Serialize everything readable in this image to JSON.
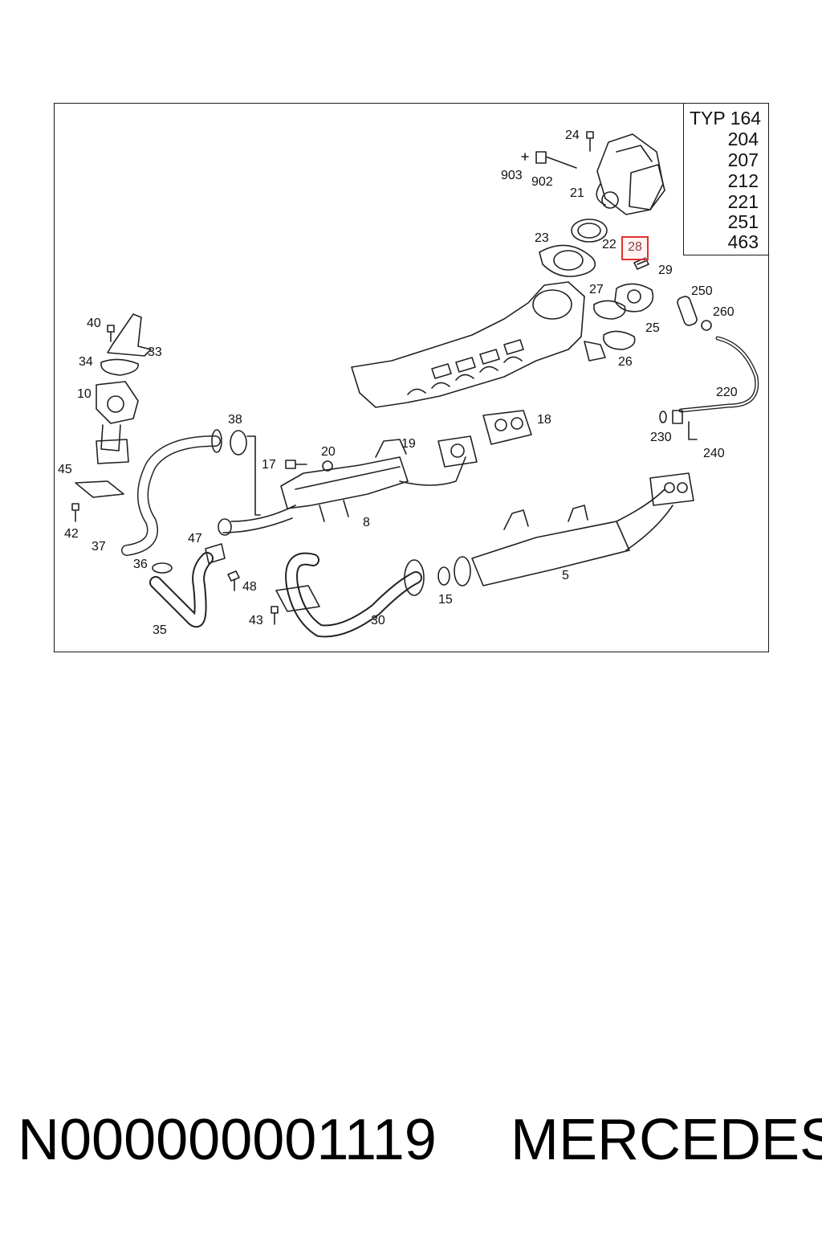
{
  "diagram": {
    "type_box": {
      "header": "TYP 164",
      "codes": [
        "204",
        "207",
        "212",
        "221",
        "251",
        "463"
      ]
    },
    "highlighted_part": "28",
    "callouts": [
      "24",
      "903",
      "902",
      "21",
      "23",
      "22",
      "29",
      "27",
      "250",
      "260",
      "25",
      "26",
      "40",
      "33",
      "34",
      "10",
      "220",
      "18",
      "38",
      "19",
      "20",
      "230",
      "240",
      "17",
      "45",
      "8",
      "42",
      "37",
      "47",
      "36",
      "5",
      "48",
      "15",
      "43",
      "30",
      "35"
    ]
  },
  "footer": {
    "part_number": "N000000001119",
    "brand": "MERCEDES"
  },
  "colors": {
    "frame": "#1a1a1a",
    "highlight": "#e03030",
    "line_art": "#222222"
  }
}
